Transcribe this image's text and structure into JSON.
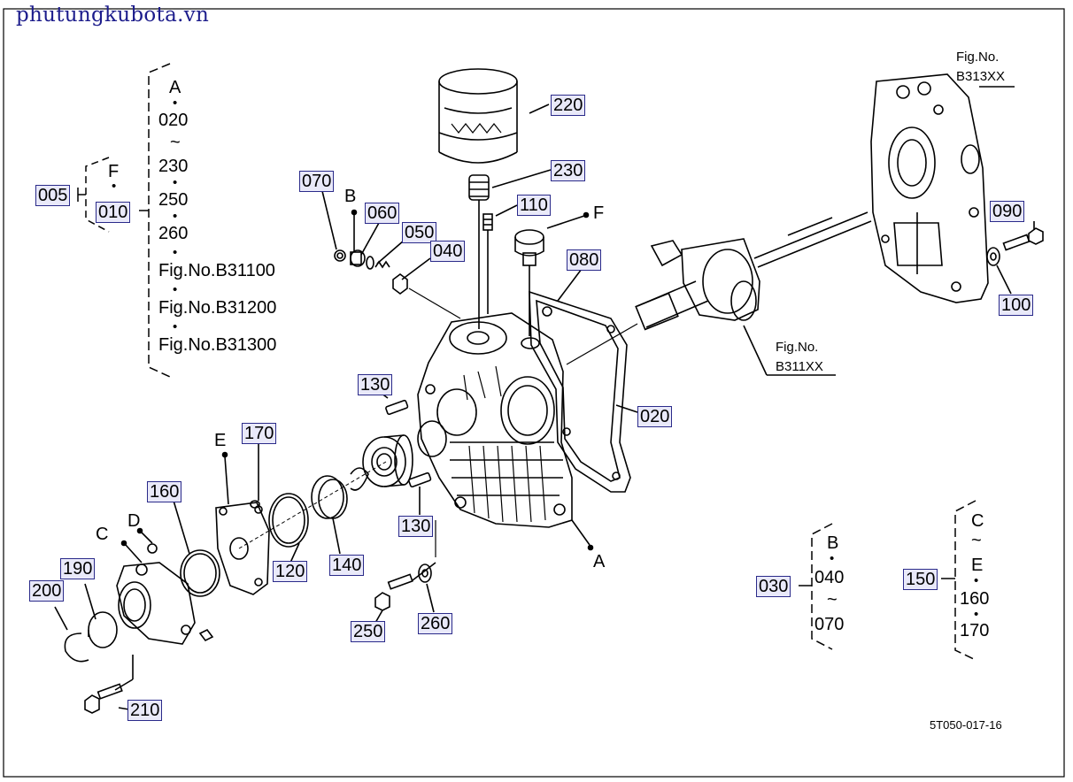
{
  "watermark": "phutungkubota.vn",
  "drawing_code": "5T050-017-16",
  "callouts": {
    "c005": "005",
    "c010": "010",
    "c020": "020",
    "c030": "030",
    "c040": "040",
    "c050": "050",
    "c060": "060",
    "c070": "070",
    "c080": "080",
    "c090": "090",
    "c100": "100",
    "c110": "110",
    "c120": "120",
    "c130a": "130",
    "c130b": "130",
    "c140": "140",
    "c150": "150",
    "c160": "160",
    "c170": "170",
    "c190": "190",
    "c200": "200",
    "c210": "210",
    "c220": "220",
    "c230": "230",
    "c250": "250",
    "c260": "260"
  },
  "letters": {
    "A": "A",
    "B": "B",
    "C": "C",
    "D": "D",
    "E": "E",
    "F": "F"
  },
  "fig_refs": {
    "fig_no": "Fig.No.",
    "b313": "B313XX",
    "b311": "B311XX"
  },
  "group_left": {
    "A": "A",
    "n020": "020",
    "tilde": "~",
    "n230": "230",
    "n250": "250",
    "n260": "260",
    "f1": "Fig.No.B31100",
    "f2": "Fig.No.B31200",
    "f3": "Fig.No.B31300"
  },
  "group_f": {
    "F": "F"
  },
  "group_030": {
    "B": "B",
    "n040": "040",
    "tilde": "~",
    "n070": "070"
  },
  "group_150": {
    "C": "C",
    "tilde": "~",
    "E": "E",
    "n160": "160",
    "n170": "170"
  }
}
